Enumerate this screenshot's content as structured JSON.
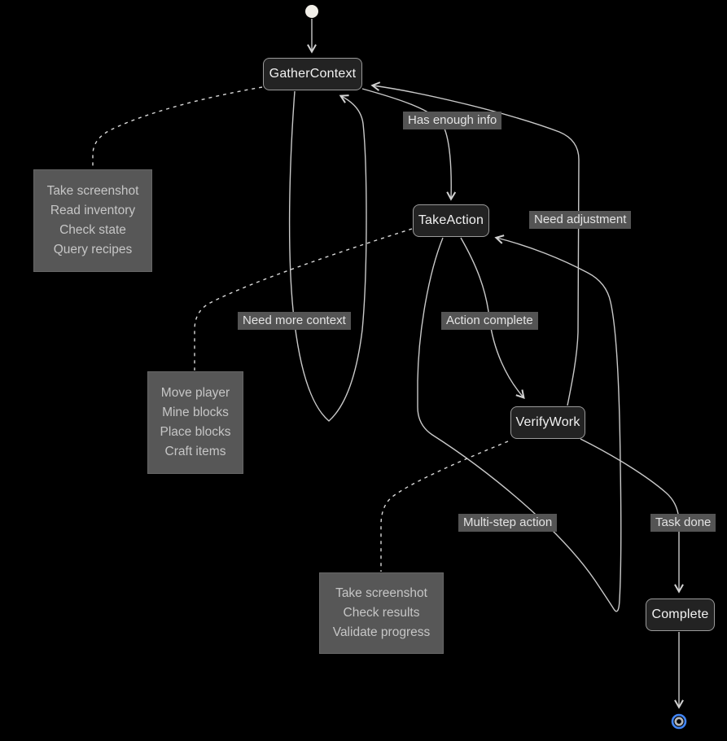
{
  "diagram": {
    "type": "state-diagram",
    "background": "#000000",
    "colors": {
      "state_fill": "#232323",
      "state_border": "#9b9b9b",
      "state_text": "#f2f2f2",
      "note_fill": "#575757",
      "note_text": "#c6c6c6",
      "edge_label_bg": "#545454",
      "edge_label_text": "#e3e3e3",
      "edge_line": "#c9c9c9",
      "start_node_fill": "#f2efe9",
      "end_node_ring": "#4285f4"
    },
    "states": [
      {
        "id": "GatherContext",
        "label": "GatherContext"
      },
      {
        "id": "TakeAction",
        "label": "TakeAction"
      },
      {
        "id": "VerifyWork",
        "label": "VerifyWork"
      },
      {
        "id": "Complete",
        "label": "Complete"
      }
    ],
    "edges": [
      {
        "from": "start",
        "to": "GatherContext",
        "label": ""
      },
      {
        "from": "GatherContext",
        "to": "GatherContext",
        "label": "Need more context"
      },
      {
        "from": "GatherContext",
        "to": "TakeAction",
        "label": "Has enough info"
      },
      {
        "from": "TakeAction",
        "to": "TakeAction",
        "label": "Multi-step action"
      },
      {
        "from": "TakeAction",
        "to": "VerifyWork",
        "label": "Action complete"
      },
      {
        "from": "VerifyWork",
        "to": "GatherContext",
        "label": "Need adjustment"
      },
      {
        "from": "VerifyWork",
        "to": "Complete",
        "label": "Task done"
      },
      {
        "from": "Complete",
        "to": "end",
        "label": ""
      }
    ],
    "notes": [
      {
        "target": "GatherContext",
        "lines": [
          "Take screenshot",
          "Read inventory",
          "Check state",
          "Query recipes"
        ]
      },
      {
        "target": "TakeAction",
        "lines": [
          "Move player",
          "Mine blocks",
          "Place blocks",
          "Craft items"
        ]
      },
      {
        "target": "VerifyWork",
        "lines": [
          "Take screenshot",
          "Check results",
          "Validate progress"
        ]
      }
    ]
  }
}
